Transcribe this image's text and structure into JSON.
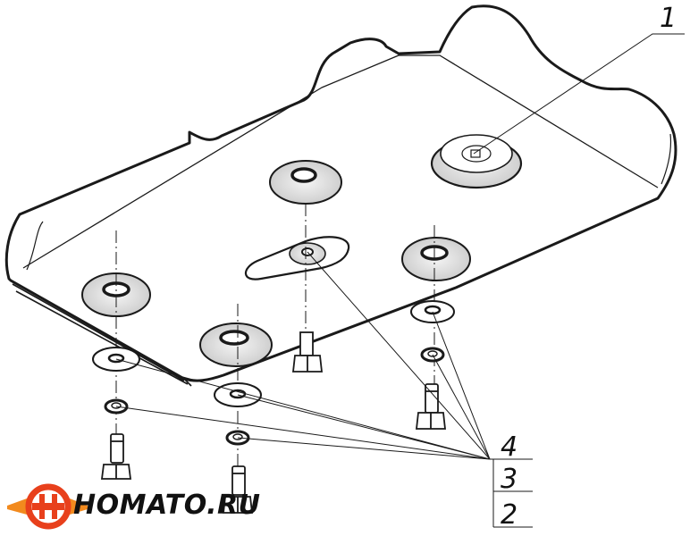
{
  "callouts": {
    "part1": "1",
    "part4": "4",
    "part3": "3",
    "part2": "2"
  },
  "brand": {
    "logo_text": "HOMATO.RU",
    "logo_colors": {
      "ring": "#e8401c",
      "wings": "#f28a1e",
      "bar": "#ffffff"
    }
  },
  "line_color": "#1a1a1a"
}
